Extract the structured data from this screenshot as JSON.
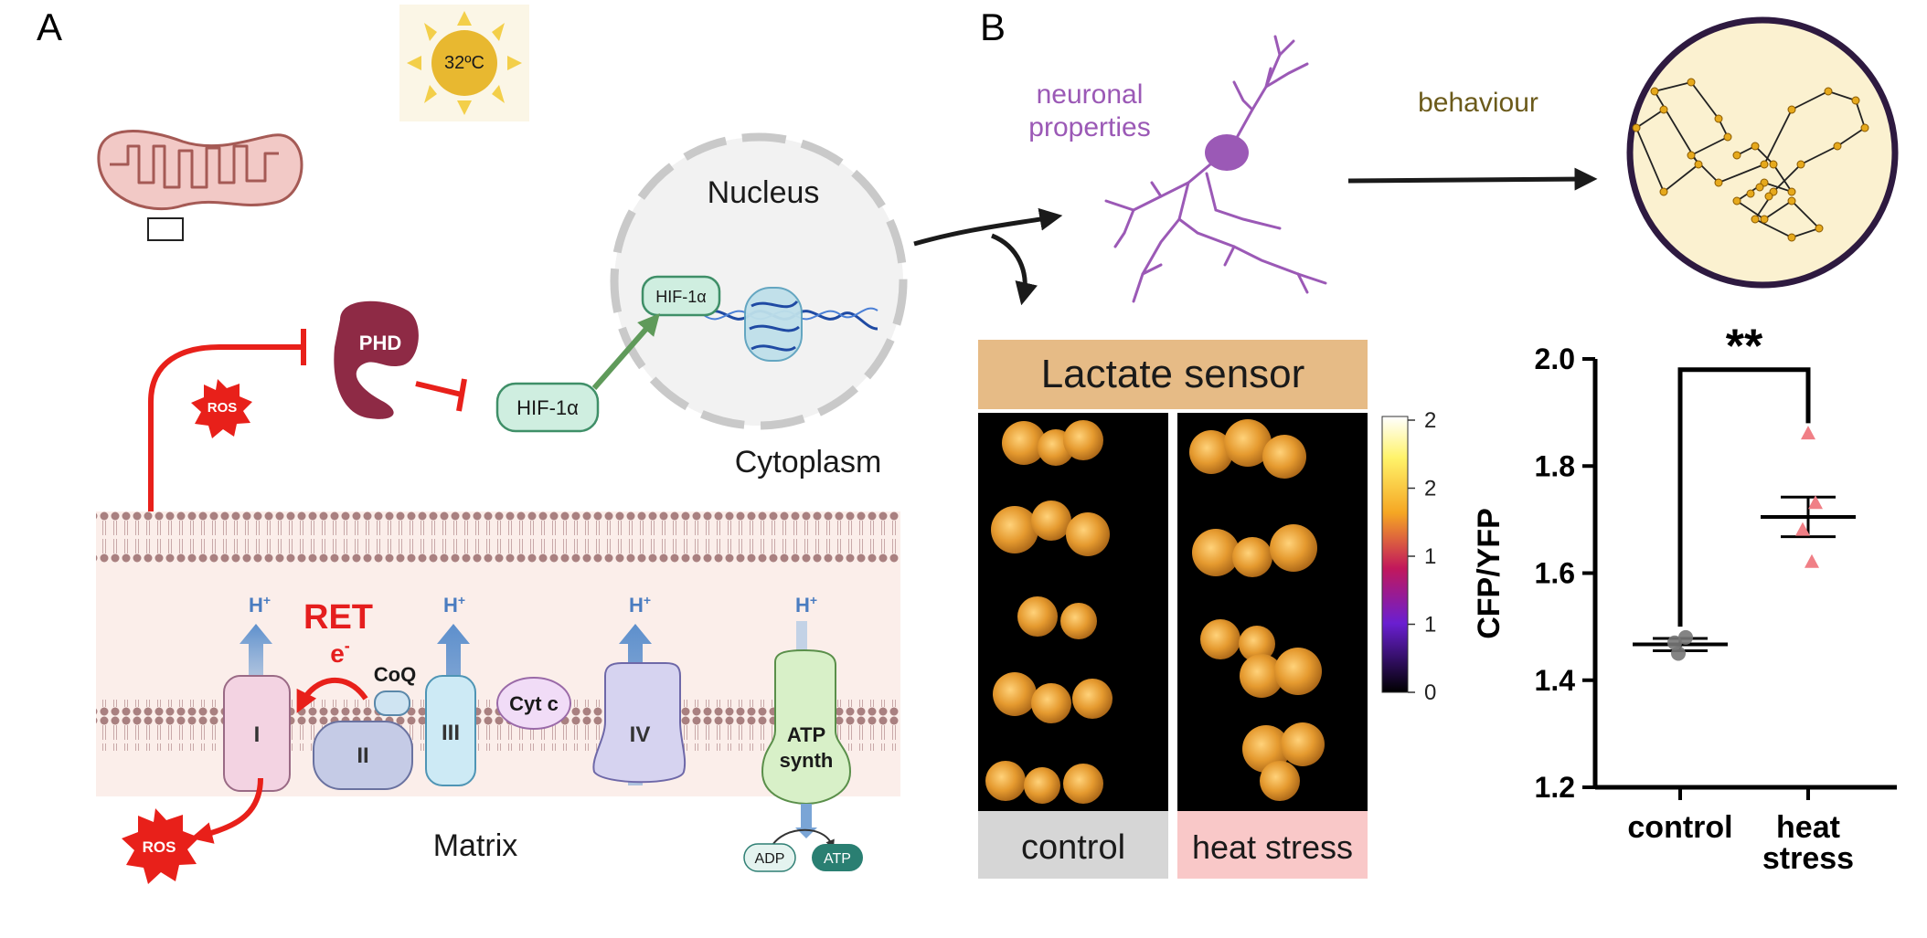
{
  "panels": {
    "a_label": "A",
    "b_label": "B"
  },
  "sun": {
    "temperature": "32ºC"
  },
  "cell": {
    "nucleus": "Nucleus",
    "cytoplasm": "Cytoplasm",
    "matrix": "Matrix",
    "hif_nucleus": "HIF-1α",
    "hif_cytoplasm": "HIF-1α",
    "phd": "PHD",
    "ros_top": "ROS",
    "ros_bottom": "ROS"
  },
  "etc": {
    "complex_1": "I",
    "complex_2": "II",
    "complex_3": "III",
    "complex_4": "IV",
    "cyt_c": "Cyt c",
    "coq": "CoQ",
    "atp_synth_line1": "ATP",
    "atp_synth_line2": "synth",
    "ret": "RET",
    "electron": "e",
    "electron_sup": "-",
    "proton": "H",
    "proton_sup": "+",
    "adp": "ADP",
    "atp": "ATP"
  },
  "panel_b": {
    "neuronal_line1": "neuronal",
    "neuronal_line2": "properties",
    "behaviour": "behaviour",
    "sensor_title": "Lactate sensor",
    "col_control": "control",
    "col_heat": "heat stress",
    "colorbar_ticks": [
      "2",
      "2",
      "1",
      "1",
      "0"
    ]
  },
  "colors": {
    "red": "#e8201a",
    "ret_red": "#e51e1e",
    "phd": "#8e2a45",
    "hif_fill": "#cfeee0",
    "hif_stroke": "#3f8f68",
    "arrow_green": "#5f9a5a",
    "proton_blue": "#4a7cc0",
    "neuron_purple": "#9b59b6",
    "behaviour_brown": "#6b5a1a",
    "sensor_header": "#e6bb86",
    "control_label_bg": "#d6d6d6",
    "heat_label_bg": "#f9c8c8"
  },
  "chart_data": {
    "type": "scatter",
    "ylabel": "CFP/YFP",
    "ylim": [
      1.2,
      2.0
    ],
    "yticks": [
      "1.2",
      "1.4",
      "1.6",
      "1.8",
      "2.0"
    ],
    "categories": [
      "control",
      "heat stress"
    ],
    "category_labels": [
      [
        "control"
      ],
      [
        "heat",
        "stress"
      ]
    ],
    "series": [
      {
        "category": "control",
        "points": [
          1.47,
          1.48,
          1.45
        ],
        "mean": 1.467,
        "sem_upper": 1.478,
        "sem_lower": 1.455,
        "color": "#777777",
        "marker": "circle"
      },
      {
        "category": "heat stress",
        "points": [
          1.86,
          1.73,
          1.68,
          1.62
        ],
        "mean": 1.705,
        "sem_upper": 1.742,
        "sem_lower": 1.668,
        "color": "#f07f86",
        "marker": "triangle"
      }
    ],
    "significance": "**"
  }
}
